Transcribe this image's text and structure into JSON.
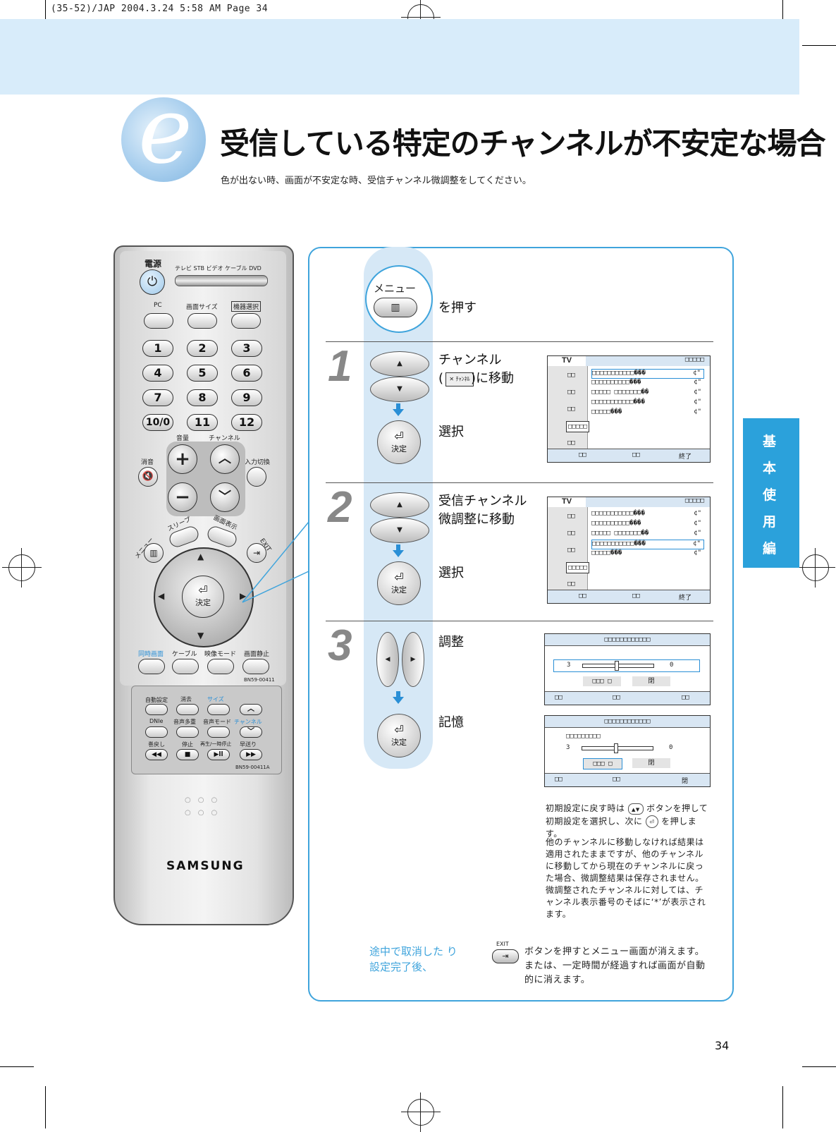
{
  "print_header": "(35-52)/JAP  2004.3.24 5:58 AM  Page 34",
  "title": "受信している特定のチャンネルが不安定な場合",
  "subtitle": "色が出ない時、画面が不安定な時、受信チャンネル微調整をしてください。",
  "logo_letter": "e",
  "remote": {
    "power_label": "電源",
    "source_labels": "テレビ STB ビデオ ケーブル DVD",
    "row1_labels": [
      "PC",
      "画面サイズ",
      "機器選択"
    ],
    "numbers": [
      "1",
      "2",
      "3",
      "4",
      "5",
      "6",
      "7",
      "8",
      "9",
      "10/0",
      "11",
      "12"
    ],
    "vol_label": "音量",
    "ch_label": "チャンネル",
    "mute_label": "消音",
    "input_label": "入力切換",
    "sleep_label": "スリープ",
    "display_label": "画面表示",
    "menu_label": "メニュー",
    "exit_label": "EXIT",
    "enter_label": "決定",
    "bottom_labels": [
      "同時画面",
      "ケーブル",
      "映像モード",
      "画面静止"
    ],
    "model1": "BN59-00411",
    "panel_labels_row1": [
      "自動設定",
      "消去",
      "サイズ"
    ],
    "panel_labels_row2": [
      "DNIe",
      "音声多重",
      "音声モード",
      "チャンネル"
    ],
    "panel_labels_row3": [
      "巻戻し",
      "停止",
      "再生/一時停止",
      "早送り"
    ],
    "model2": "BN59-00411A",
    "brand": "SAMSUNG"
  },
  "menu_step": {
    "button_label": "メニュー",
    "text": "を押す"
  },
  "steps": [
    {
      "num": "1",
      "move_text_a": "チャンネル",
      "move_text_b": "( ",
      "move_text_c": " )に移動",
      "select_text": "選択",
      "enter_label": "決定"
    },
    {
      "num": "2",
      "move_text_a": "受信チャンネル",
      "move_text_b": "微調整に移動",
      "select_text": "選択",
      "enter_label": "決定"
    },
    {
      "num": "3",
      "adjust_text": "調整",
      "save_text": "記憶",
      "enter_label": "決定"
    }
  ],
  "channel_icon_text": "ﾁｬﾝﾈﾙ",
  "osd": {
    "tv": "TV",
    "header": "□□□□□",
    "side": [
      "□□",
      "□□",
      "□□",
      "□□□□□",
      "□□"
    ],
    "rows": [
      "□□□□□□□□□□□���",
      "□□□□□□□□□□���",
      "□□□□□ □□□□□□□��",
      "□□□□□□□□□□□���",
      "□□□□□���"
    ],
    "row_value": "¢\"",
    "foot": [
      "□□",
      "□□",
      "終了"
    ],
    "fine_title": "□□□□□□□□□□□□",
    "fine_sub": "□□□□□□□□□",
    "slider_min": "3",
    "slider_max": "0",
    "reset_btn": "□□□ □",
    "close_btn": "閉",
    "fine_foot1": [
      "□□",
      "□□",
      "□□"
    ],
    "fine_foot2": [
      "□□",
      "□□",
      "閉"
    ]
  },
  "notes": {
    "reset_a": "初期設定に戻す時は",
    "reset_b": "ボタンを押して",
    "reset_c": "初期設定を選択し、次に",
    "reset_d": "を押します。",
    "other_channel": "他のチャンネルに移動しなければ結果は適用されたままですが、他のチャンネルに移動してから現在のチャンネルに戻った場合、微調整結果は保存されません。",
    "asterisk": "微調整されたチャンネルに対しては、チャンネル表示番号のそばに‘*’が表示されます。",
    "cancel_blue": "途中で取消した り設定完了後、",
    "exit_label": "EXIT",
    "exit_text": "ボタンを押すとメニュー画面が消えます。または、一定時間が経過すれば画面が自動的に消えます。"
  },
  "side_tab": [
    "基",
    "本",
    "使",
    "用",
    "編"
  ],
  "page_number": "34",
  "colors": {
    "accent": "#2ba1db",
    "band": "#d8ecfa",
    "strip": "#d6e8f6"
  }
}
